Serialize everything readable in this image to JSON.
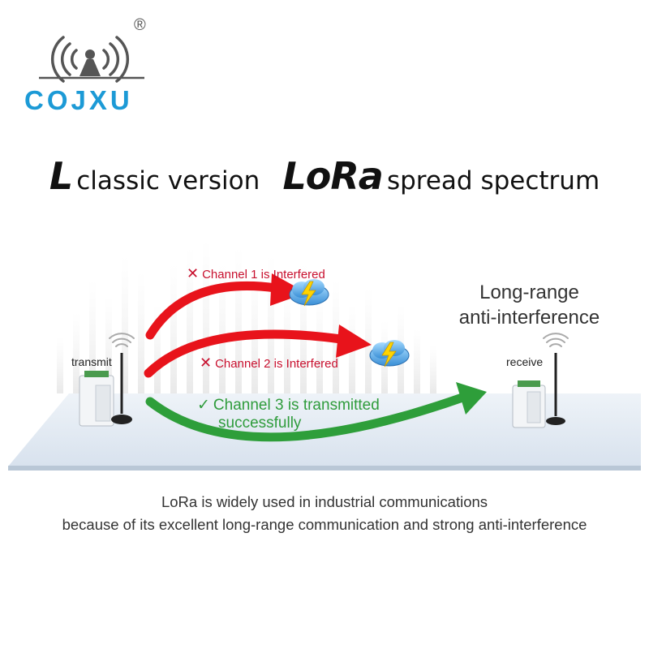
{
  "brand": {
    "name": "COJXU",
    "registered": "®"
  },
  "headline": {
    "l_letter": "L",
    "l_text": "classic version",
    "lora_word": "LoRa",
    "lora_text": "spread spectrum"
  },
  "diagram": {
    "transmit_label": "transmit",
    "receive_label": "receive",
    "channel1": {
      "mark": "✕",
      "text": "Channel 1 is Interfered"
    },
    "channel2": {
      "mark": "✕",
      "text": "Channel 2 is Interfered"
    },
    "channel3": {
      "mark": "✓",
      "line1": "Channel 3 is transmitted",
      "line2": "successfully"
    },
    "long_range": {
      "line1": "Long-range",
      "line2": "anti-interference"
    },
    "colors": {
      "red": "#e8131b",
      "green": "#2e9e3a",
      "floor": "#dde6f0",
      "brand": "#1c9ad6"
    }
  },
  "caption": {
    "line1": "LoRa is widely used in industrial communications",
    "line2": "because of its excellent long-range communication and strong anti-interference"
  }
}
